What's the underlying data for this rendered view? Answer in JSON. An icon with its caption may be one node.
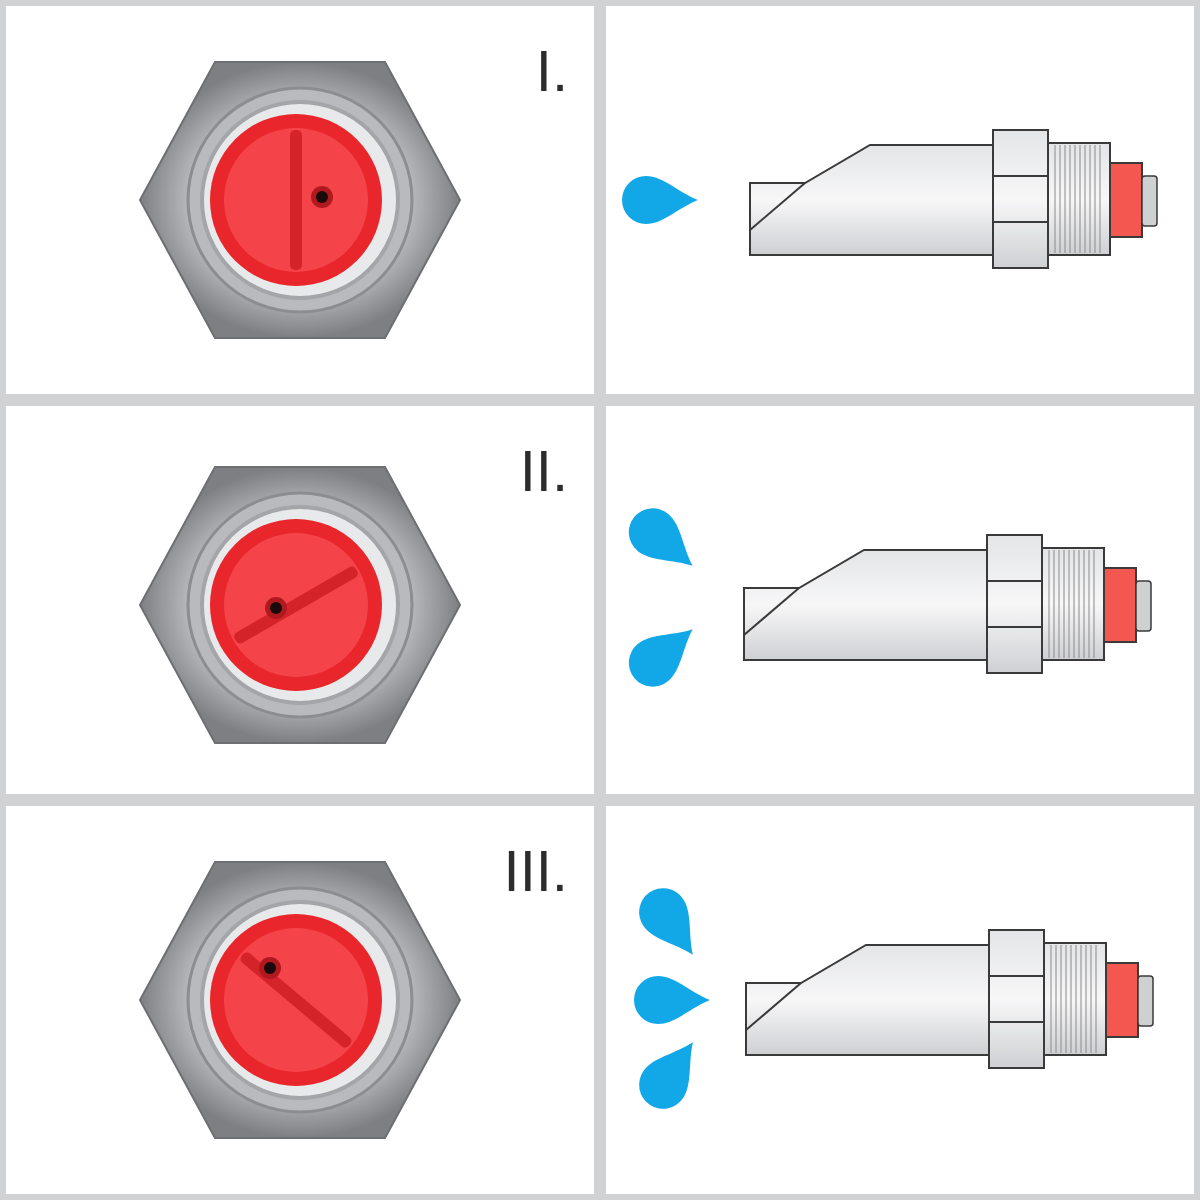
{
  "diagram": {
    "labels": [
      "I.",
      "II.",
      "III."
    ]
  }
}
